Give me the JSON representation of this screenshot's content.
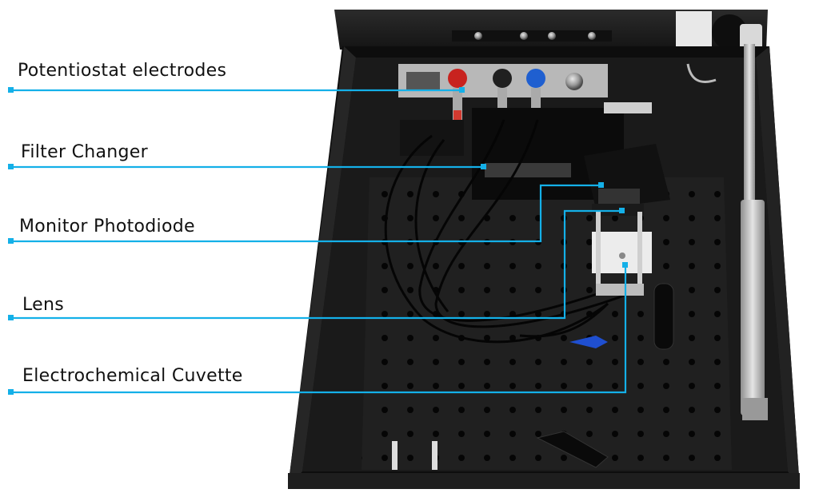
{
  "labels": [
    "Potentiostat electrodes",
    "Filter Changer",
    "Monitor Photodiode",
    "Lens",
    "Electrochemical Cuvette"
  ],
  "colors": {
    "callout": "#14b0e8",
    "enclosure": "#1b1b1b",
    "breadboard": "#222222",
    "electrode_red": "#c8231f",
    "electrode_blue": "#1f5fd0",
    "cuvette_holder": "#eeeeee"
  }
}
